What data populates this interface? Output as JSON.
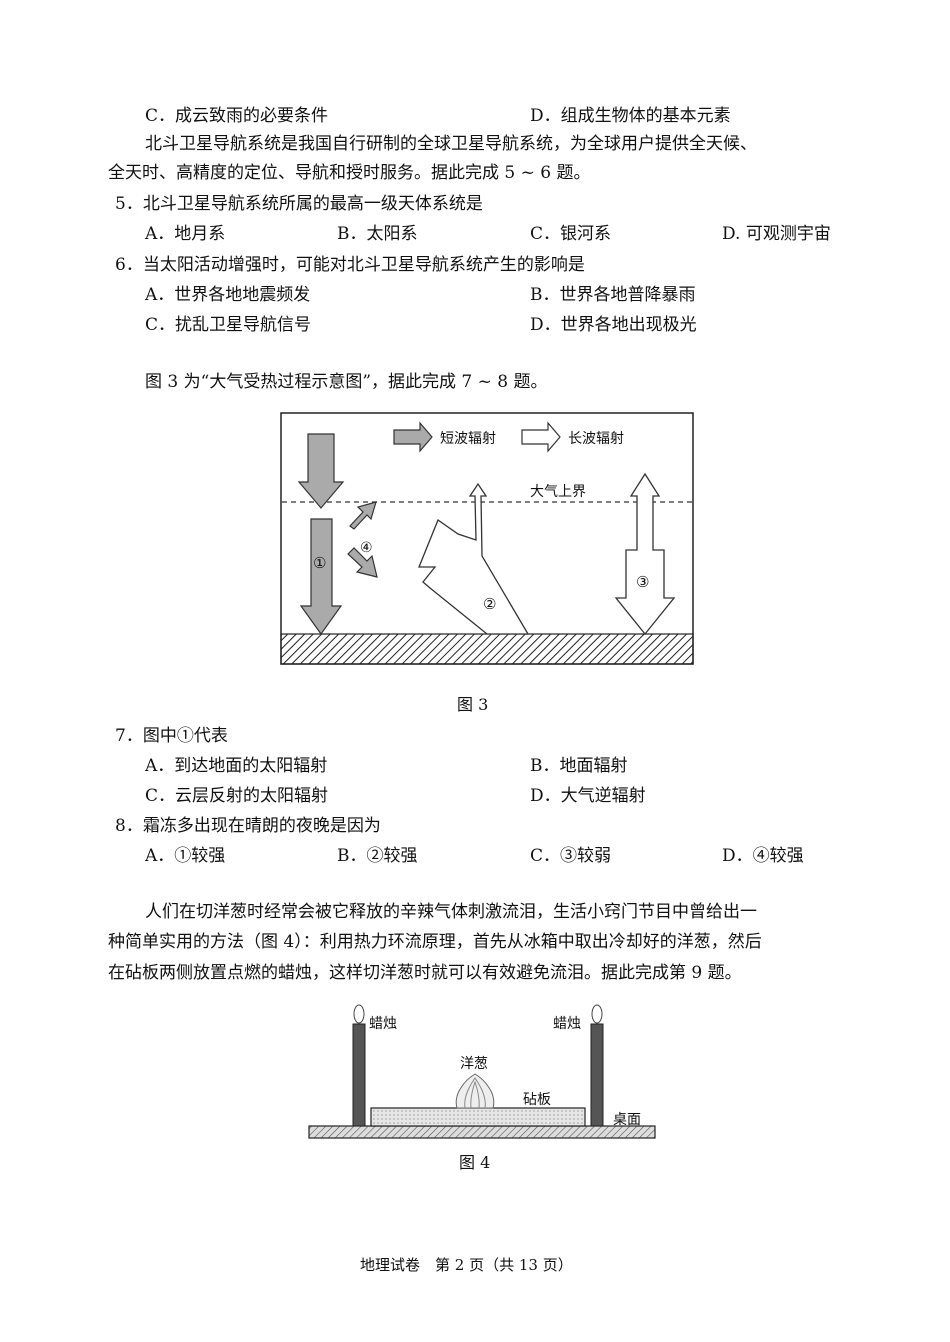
{
  "q4_options": {
    "C": "C．成云致雨的必要条件",
    "D": "D．组成生物体的基本元素"
  },
  "passage_beidou": {
    "line1": "北斗卫星导航系统是我国自行研制的全球卫星导航系统，为全球用户提供全天候、",
    "line2": "全天时、高精度的定位、导航和授时服务。据此完成 5 ~ 6 题。"
  },
  "q5": {
    "stem": "5．北斗卫星导航系统所属的最高一级天体系统是",
    "A": "A．地月系",
    "B": "B．太阳系",
    "C": "C．银河系",
    "D": "D. 可观测宇宙"
  },
  "q6": {
    "stem": "6．当太阳活动增强时，可能对北斗卫星导航系统产生的影响是",
    "A": "A．世界各地地震频发",
    "B": "B．世界各地普降暴雨",
    "C": "C．扰乱卫星导航信号",
    "D": "D．世界各地出现极光"
  },
  "intro_fig3": "图 3 为“大气受热过程示意图”，据此完成 7 ~ 8 题。",
  "fig3": {
    "legend_short": "短波辐射",
    "legend_long": "长波辐射",
    "boundary_label": "大气上界",
    "marker_1": "①",
    "marker_2": "②",
    "marker_3": "③",
    "marker_4": "④",
    "caption": "图 3"
  },
  "q7": {
    "stem": "7．图中①代表",
    "A": "A．到达地面的太阳辐射",
    "B": "B．地面辐射",
    "C": "C．云层反射的太阳辐射",
    "D": "D．大气逆辐射"
  },
  "q8": {
    "stem": "8．霜冻多出现在晴朗的夜晚是因为",
    "A": "A．①较强",
    "B": "B．②较强",
    "C": "C．③较弱",
    "D": "D．④较强"
  },
  "passage_onion": {
    "line1": "人们在切洋葱时经常会被它释放的辛辣气体刺激流泪，生活小窍门节目中曾给出一",
    "line2": "种简单实用的方法（图 4）：利用热力环流原理，首先从冰箱中取出冷却好的洋葱，然后",
    "line3": "在砧板两侧放置点燃的蜡烛，这样切洋葱时就可以有效避免流泪。据此完成第 9 题。"
  },
  "fig4": {
    "candle_left": "蜡烛",
    "candle_right": "蜡烛",
    "onion": "洋葱",
    "board": "砧板",
    "table": "桌面",
    "caption": "图 4"
  },
  "footer": "地理试卷　第 2 页（共 13 页）"
}
